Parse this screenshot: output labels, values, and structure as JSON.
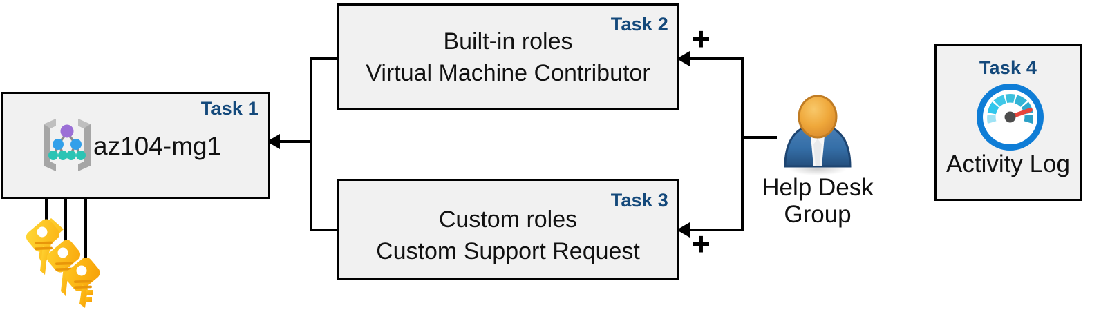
{
  "diagram": {
    "title": "Azure RBAC task diagram",
    "accent_color": "#14497B",
    "box_fill": "#F1F1F1",
    "box_border": "#000000"
  },
  "boxes": [
    {
      "id": "task1",
      "tag": "Task 1",
      "label": "az104-mg1",
      "icon": "management-group-icon"
    },
    {
      "id": "task2",
      "tag": "Task 2",
      "line1": "Built-in roles",
      "line2": "Virtual Machine Contributor"
    },
    {
      "id": "task3",
      "tag": "Task 3",
      "line1": "Custom roles",
      "line2": "Custom Support Request"
    },
    {
      "id": "task4",
      "tag": "Task 4",
      "label": "Activity Log",
      "icon": "gauge-icon"
    }
  ],
  "actor": {
    "icon": "user-group-icon",
    "caption_line1": "Help Desk",
    "caption_line2": "Group"
  },
  "keys": {
    "icon": "keys-icon",
    "count": 3
  },
  "operators": {
    "plus_top": "+",
    "plus_bottom": "+"
  }
}
